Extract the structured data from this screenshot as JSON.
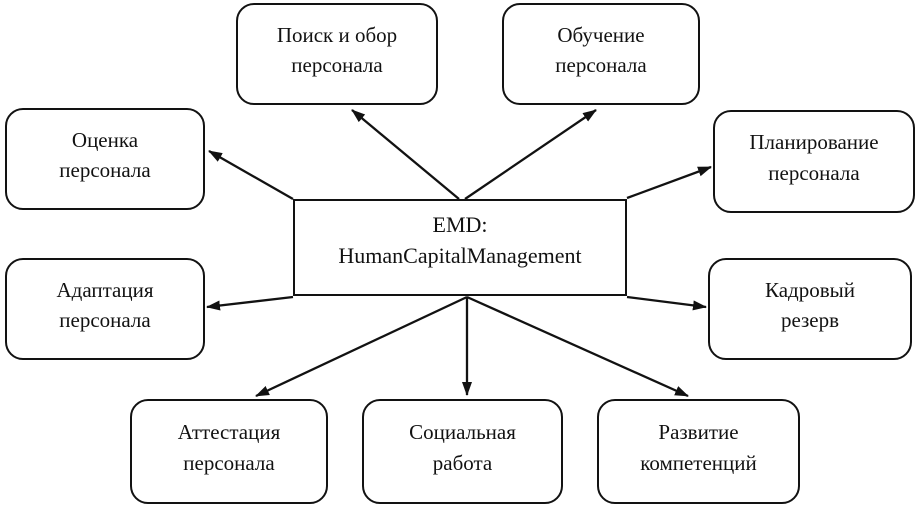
{
  "diagram": {
    "center": {
      "label": "EMD:\nHumanCapitalManagement"
    },
    "nodes": {
      "search_selection": {
        "label": "Поиск и обор\nперсонала"
      },
      "training": {
        "label": "Обучение\nперсонала"
      },
      "assessment": {
        "label": "Оценка\nперсонала"
      },
      "planning": {
        "label": "Планирование\nперсонала"
      },
      "adaptation": {
        "label": "Адаптация\nперсонала"
      },
      "personnel_reserve": {
        "label": "Кадровый\nрезерв"
      },
      "attestation": {
        "label": "Аттестация\nперсонала"
      },
      "social_work": {
        "label": "Социальная\nработа"
      },
      "competency_development": {
        "label": "Развитие\nкомпетенций"
      }
    },
    "colors": {
      "stroke": "#121212",
      "background": "#ffffff",
      "text": "#121212"
    }
  }
}
